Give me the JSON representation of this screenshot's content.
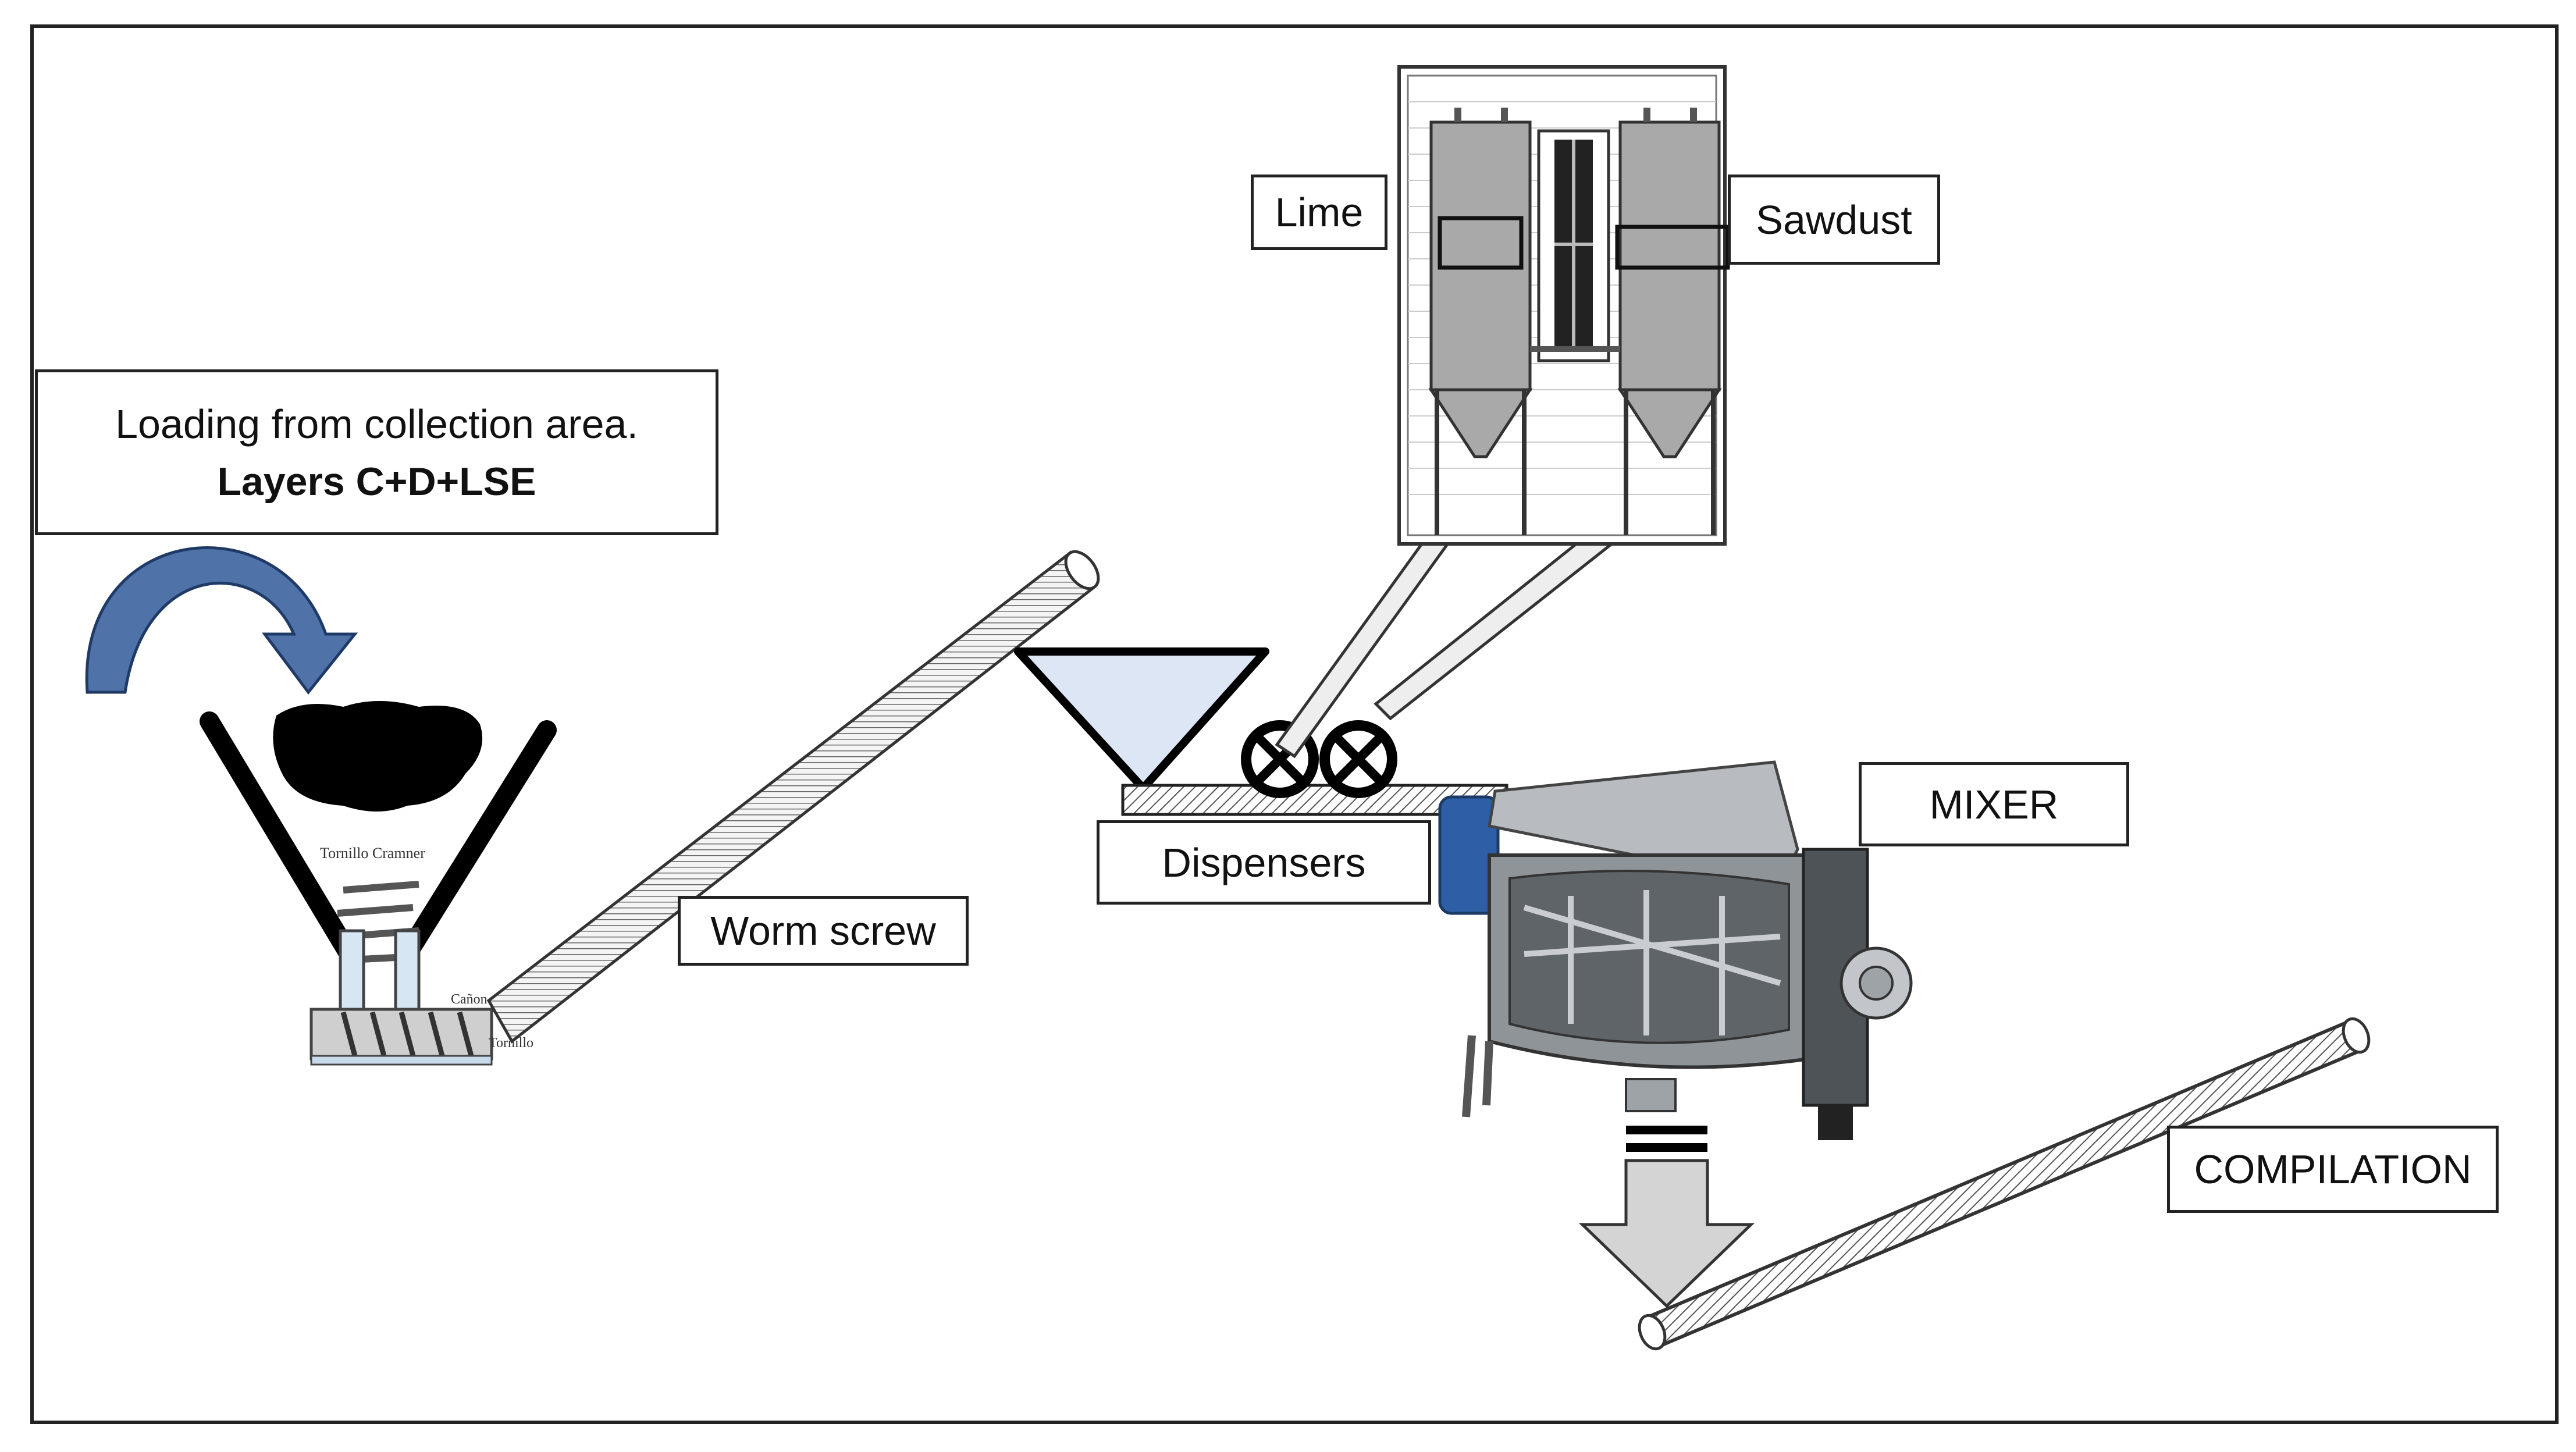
{
  "labels": {
    "loading_line1": "Loading from collection area.",
    "loading_line2": "Layers C+D+LSE",
    "worm_screw": "Worm screw",
    "dispensers": "Dispensers",
    "lime": "Lime",
    "sawdust": "Sawdust",
    "mixer": "MIXER",
    "compilation": "COMPILATION"
  },
  "hopper_image_text": {
    "caption": "Tornillo Cramner",
    "part_a": "Cañon",
    "part_b": "Tornillo"
  },
  "colors": {
    "arrow_fill": "#4f72a8",
    "funnel_fill": "#dce6f5",
    "silo_fill": "#a9a9a9",
    "mixer_fill": "#8f9499",
    "motor_fill": "#2e5fa6",
    "down_arrow_fill": "#d4d4d4"
  }
}
